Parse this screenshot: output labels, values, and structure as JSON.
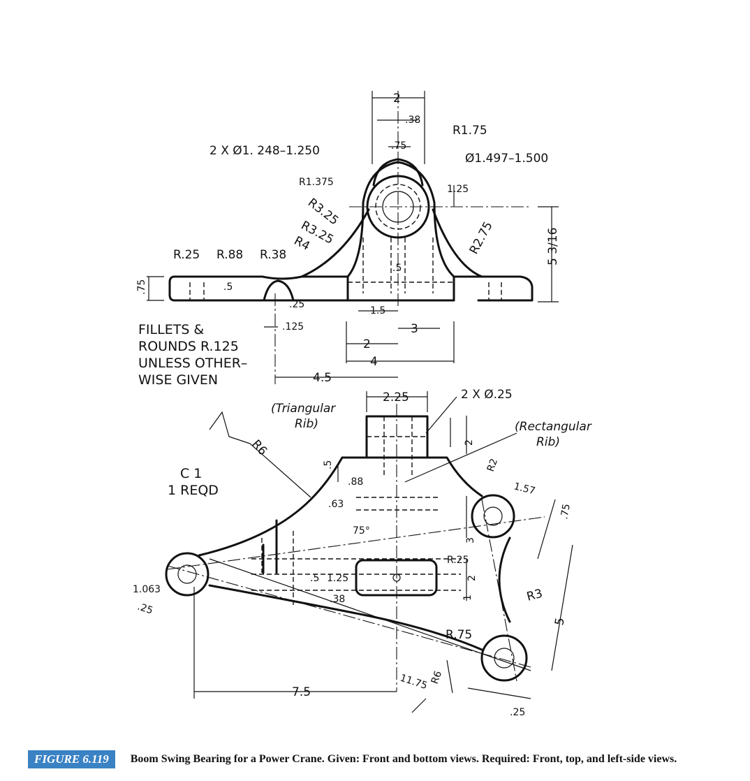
{
  "front_view": {
    "dims": {
      "width_2": "2",
      "small_38": ".38",
      "dia_75": ".75",
      "r175": "R1.75",
      "holes_2x": "2 X Ø1. 248–1.250",
      "bore": "Ø1.497–1.500",
      "r1375": "R1.375",
      "d125": "1.25",
      "r325a": "R3.25",
      "r325b": "R3.25",
      "r4": "R4",
      "r275": "R2.75",
      "h5316": "5 3/16",
      "r25": "R.25",
      "r88": "R.88",
      "r38": "R.38",
      "t75": ".75",
      "t5": ".5",
      "rib5": ".5",
      "d25": ".25",
      "d125small": ".125",
      "d15": "1.5",
      "d3": "3",
      "d2": "2",
      "d4": "4",
      "d45": "4.5"
    },
    "fillet_note": [
      "FILLETS &",
      "ROUNDS R.125",
      "UNLESS OTHER–",
      "WISE GIVEN"
    ]
  },
  "bottom_view": {
    "dims": {
      "w225": "2.25",
      "holes": "2 X Ø.25",
      "tri_rib": [
        "(Triangular",
        "Rib)"
      ],
      "rect_rib": [
        "(Rectangular",
        "Rib)"
      ],
      "r6_top": "R6",
      "d15": ".5",
      "d88": ".88",
      "d63": ".63",
      "ang75": "75°",
      "r2": "R2",
      "d157": "1.57",
      "d75": ".75",
      "d2a": "2",
      "d3": "3",
      "r25": "R.25",
      "d5": ".5",
      "d125": "1.25",
      "d38": ".38",
      "d2b": "2",
      "d1": "1",
      "r3": "R3",
      "d5b": "5",
      "d1063": "1.063",
      "d25left": ".25",
      "r75": "R.75",
      "d75long": "7.5",
      "d1175": "11.75",
      "r6_bot": "R6",
      "d25bot": ".25"
    },
    "part_label": [
      "C 1",
      "1 REQD"
    ]
  },
  "caption": {
    "figure": "FIGURE 6.119",
    "text": "Boom Swing Bearing for a Power Crane. Given: Front and bottom views. Required: Front, top, and left-side views."
  },
  "colors": {
    "badge": "#3a82c4",
    "line": "#111111"
  }
}
